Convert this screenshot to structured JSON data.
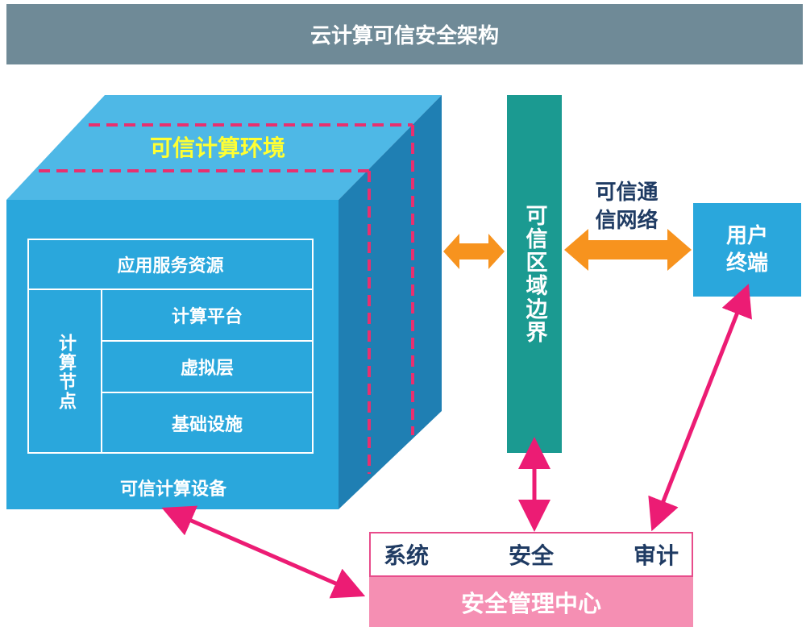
{
  "title": "云计算可信安全架构",
  "environment": {
    "label": "可信计算环境",
    "device_label": "可信计算设备",
    "stack": {
      "top_row": "应用服务资源",
      "node_label": "计算节点",
      "layers": [
        "计算平台",
        "虚拟层",
        "基础设施"
      ]
    }
  },
  "boundary": {
    "label": "可信区域边界"
  },
  "network": {
    "label_line1": "可信通",
    "label_line2": "信网络"
  },
  "terminal": {
    "label_line1": "用户",
    "label_line2": "终端"
  },
  "management": {
    "functions": [
      "系统",
      "安全",
      "审计"
    ],
    "label": "安全管理中心"
  },
  "colors": {
    "title_bar": "#6f8a97",
    "cube_front": "#2aa7dc",
    "cube_top": "#4eb8e6",
    "cube_side": "#1f7fb3",
    "boundary": "#1b9a91",
    "orange_arrow": "#f7931e",
    "pink_arrow": "#ec1c74",
    "env_label": "#ffff33"
  }
}
